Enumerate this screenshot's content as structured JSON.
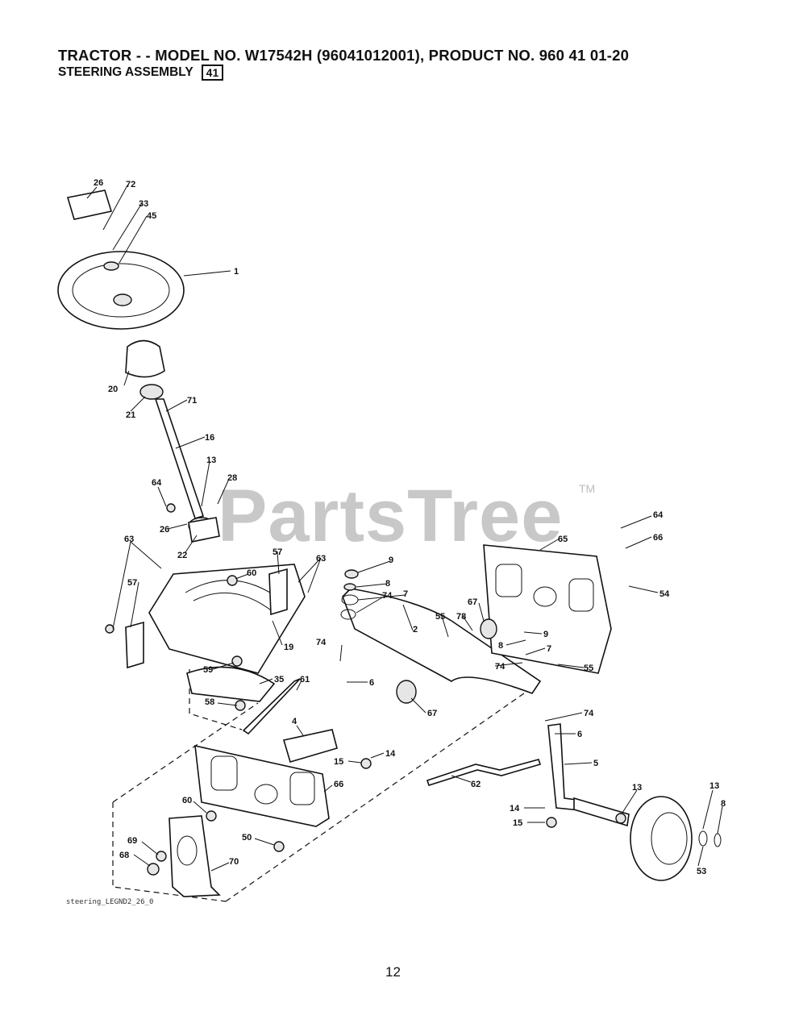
{
  "header": {
    "title": "TRACTOR - - MODEL NO. W17542H  (96041012001), PRODUCT NO. 960 41 01-20",
    "subtitle": "STEERING ASSEMBLY",
    "section_number": "41"
  },
  "watermark": {
    "text": "PartsTree",
    "trademark": "TM"
  },
  "diagram": {
    "file_id": "steering_LEGND2_26_0",
    "part_labels": [
      "26",
      "72",
      "33",
      "45",
      "1",
      "20",
      "21",
      "71",
      "16",
      "64",
      "13",
      "28",
      "26",
      "22",
      "63",
      "57",
      "60",
      "57",
      "63",
      "19",
      "59",
      "35",
      "58",
      "61",
      "4",
      "14",
      "15",
      "66",
      "60",
      "69",
      "68",
      "50",
      "70",
      "9",
      "8",
      "7",
      "74",
      "74",
      "6",
      "2",
      "55",
      "78",
      "67",
      "65",
      "64",
      "66",
      "54",
      "9",
      "8",
      "7",
      "74",
      "55",
      "67",
      "74",
      "6",
      "5",
      "62",
      "14",
      "15",
      "13",
      "13",
      "8",
      "53"
    ]
  },
  "footer": {
    "page_number": "12"
  }
}
